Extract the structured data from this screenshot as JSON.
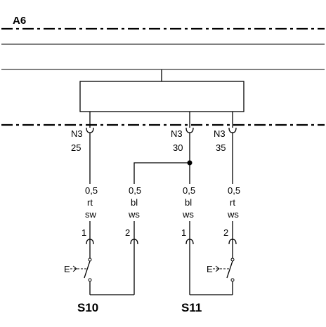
{
  "module": {
    "label": "A6"
  },
  "pins": [
    {
      "connector": "N3",
      "number": "25"
    },
    {
      "connector": "N3",
      "number": "30"
    },
    {
      "connector": "N3",
      "number": "35"
    }
  ],
  "wires": [
    {
      "size": "0,5",
      "color1": "rt",
      "color2": "sw"
    },
    {
      "size": "0,5",
      "color1": "bl",
      "color2": "ws"
    },
    {
      "size": "0,5",
      "color1": "bl",
      "color2": "ws"
    },
    {
      "size": "0,5",
      "color1": "rt",
      "color2": "ws"
    }
  ],
  "terminals": [
    "1",
    "2",
    "1",
    "2"
  ],
  "switches": [
    {
      "label": "S10",
      "actuator_symbol": "E"
    },
    {
      "label": "S11",
      "actuator_symbol": "E"
    }
  ]
}
